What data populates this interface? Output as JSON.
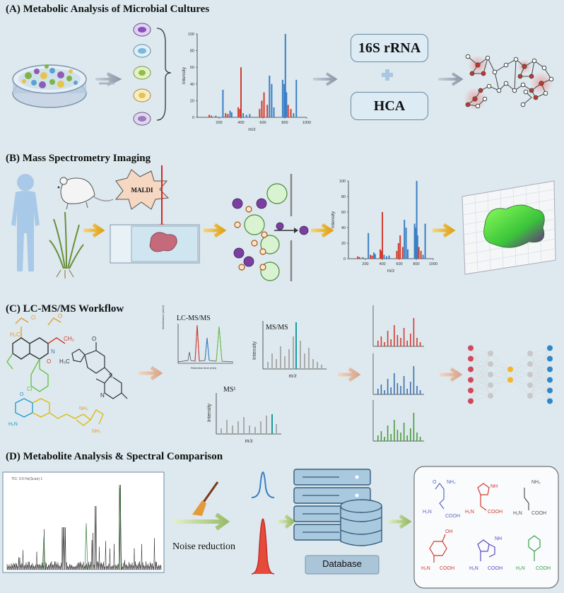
{
  "panels": {
    "a": {
      "title": "(A) Metabolic Analysis of Microbial Cultures",
      "box1": "16S rRNA",
      "box2": "HCA"
    },
    "b": {
      "title": "(B) Mass Spectrometry Imaging",
      "maldi": "MALDI"
    },
    "c": {
      "title": "(C) LC-MS/MS Workflow",
      "lcms_label": "LC-MS/MS",
      "msms_label": "MS/MS",
      "ms1_label": "MS¹",
      "lc_xlabel": "Retention time (min)",
      "lc_ylabel": "Absorbance (mAU)"
    },
    "d": {
      "title": "(D) Metabolite Analysis & Spectral Comparison",
      "noise": "Noise reduction",
      "database": "Database",
      "tic_label": "TIC: 0.5 Hz(Scan) 1"
    }
  },
  "spectrum": {
    "ylabel": "Intensity",
    "xlabel": "m/z",
    "xticks": [
      "200",
      "400",
      "600",
      "800",
      "1000"
    ],
    "yticks": [
      "0",
      "20",
      "40",
      "60",
      "80",
      "100"
    ]
  },
  "molecules": {
    "labels": [
      "NH₂",
      "COOH",
      "H₂N",
      "NH",
      "OH"
    ]
  },
  "colors": {
    "red": "#d23b2f",
    "blue": "#3b7fc4",
    "green": "#6cc04a",
    "orange": "#e39a3b",
    "purple": "#7a3fa0"
  }
}
